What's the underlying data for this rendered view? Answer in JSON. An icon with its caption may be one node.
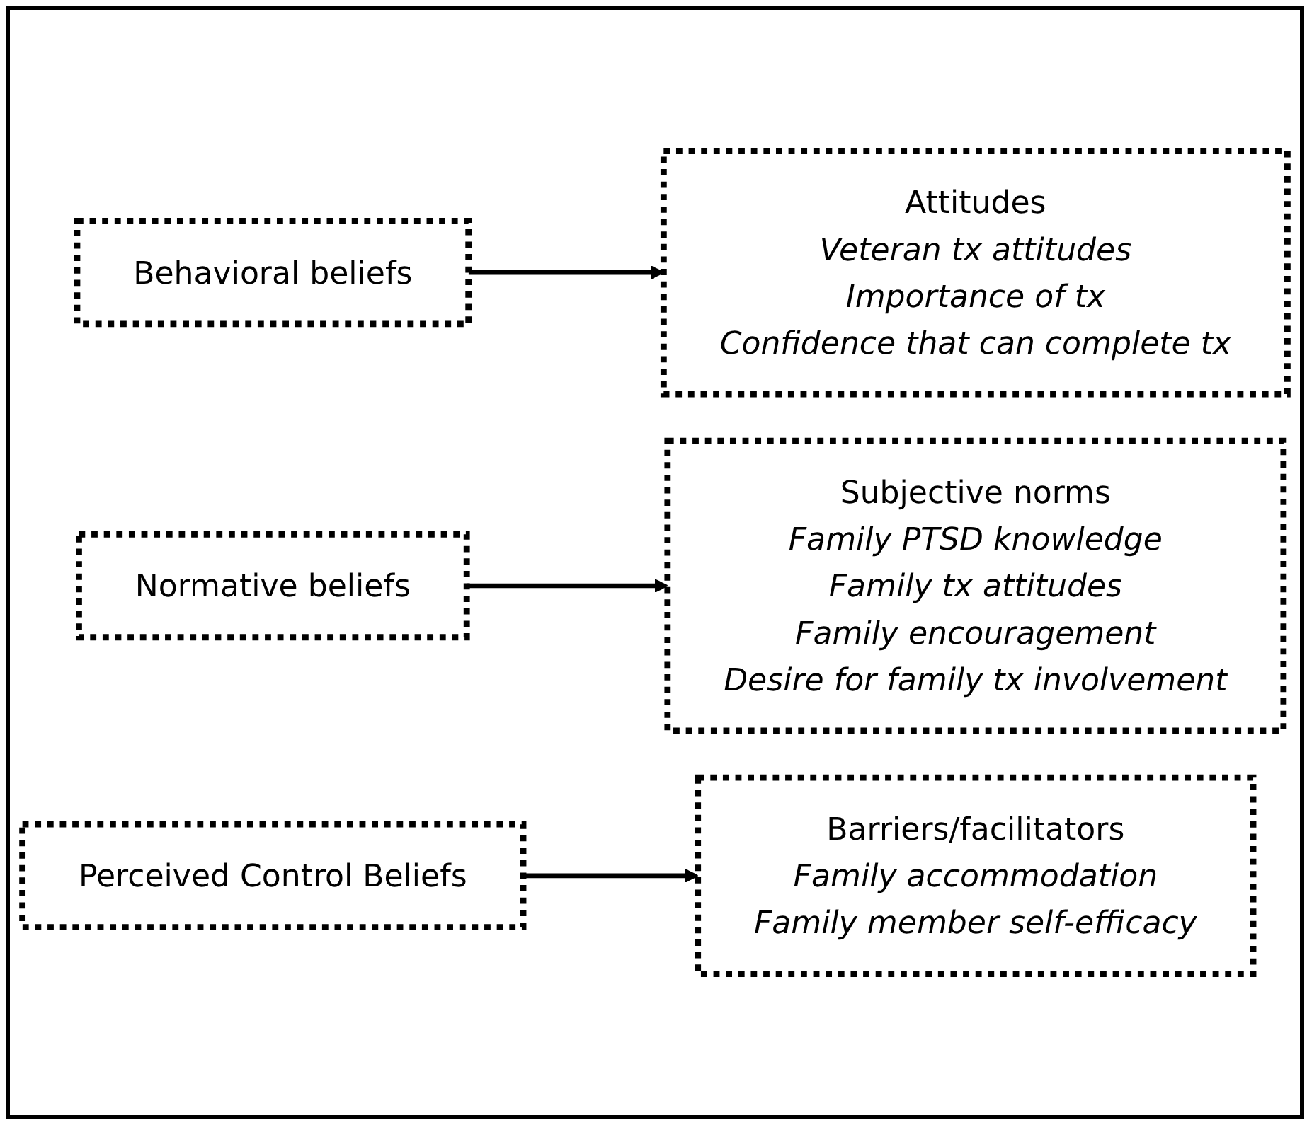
{
  "diagram": {
    "nodes": [
      {
        "text": [
          "Behavioral beliefs"
        ]
      },
      {
        "text": [
          "Attitudes",
          "Veteran tx attitudes",
          "Importance of tx",
          "Confidence that can complete tx"
        ]
      },
      {
        "text": [
          "Normative beliefs"
        ]
      },
      {
        "text": [
          "Subjective norms",
          "Family PTSD knowledge",
          "Family tx attitudes",
          "Family encouragement",
          "Desire for family tx involvement"
        ]
      },
      {
        "text": [
          "Perceived Control Beliefs"
        ]
      },
      {
        "text": [
          "Barriers/facilitators",
          "Family accommodation",
          "Family member self-efficacy"
        ]
      }
    ],
    "edges": [
      {
        "from": 0,
        "to": 1,
        "arrow": "to"
      },
      {
        "from": 2,
        "to": 3,
        "arrow": "to"
      },
      {
        "from": 4,
        "to": 5,
        "arrow": "to"
      }
    ]
  }
}
